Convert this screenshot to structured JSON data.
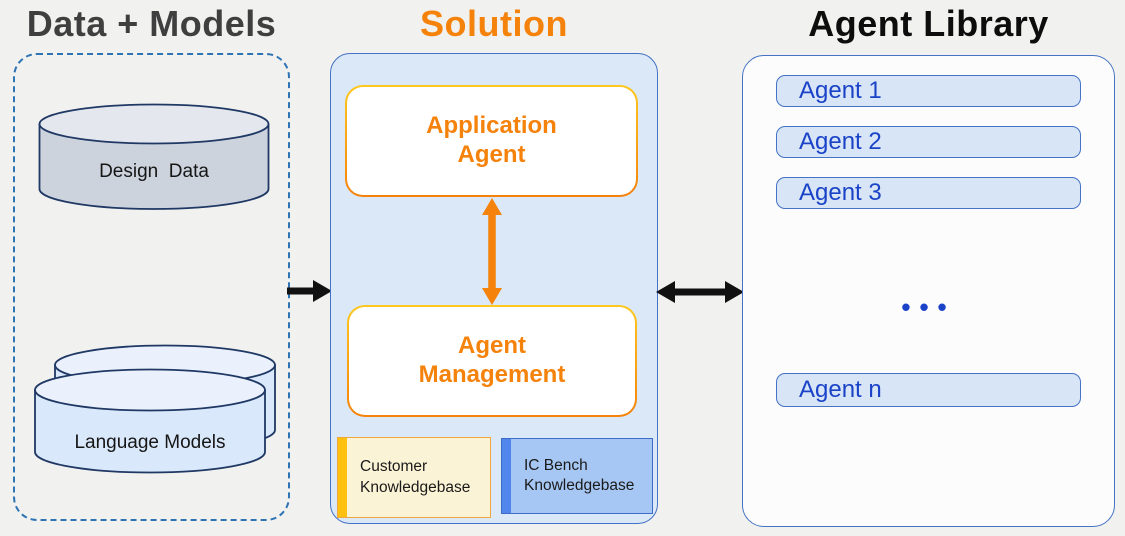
{
  "columns": {
    "data_models": {
      "title": "Data + Models",
      "design_data_label": "Design  Data",
      "language_models_label": "Language Models"
    },
    "solution": {
      "title": "Solution",
      "application_agent_label": "Application\nAgent",
      "agent_management_label": "Agent\nManagement",
      "customer_kb_label": "Customer\nKnowledgebase",
      "ic_bench_kb_label": "IC Bench\nKnowledgebase"
    },
    "agent_library": {
      "title": "Agent Library",
      "items": [
        {
          "label": "Agent 1"
        },
        {
          "label": "Agent 2"
        },
        {
          "label": "Agent 3"
        },
        {
          "label": "Agent n"
        }
      ],
      "ellipsis": "•••"
    }
  },
  "icons": {
    "left_to_solution_arrow": "black-right-arrow",
    "solution_library_arrow": "black-double-horizontal-arrow",
    "agents_link_arrow": "orange-double-vertical-arrow"
  },
  "colors": {
    "background": "#f1f1ef",
    "accent_orange": "#f5820b",
    "border_yellow": "#ffc81e",
    "blue_border": "#4472c4",
    "dashed_border_blue": "#2e74b5",
    "cylinder_stroke_navy": "#1f3864",
    "design_cylinder_body": "#cdd3dd",
    "design_cylinder_top": "#e4e8ee",
    "lm_cylinder_body": "#d9e8fa",
    "lm_cylinder_top": "#eaf1fc",
    "solution_panel_fill": "#dbe8f7",
    "agent_item_fill": "#d8e5f6",
    "agent_text_blue": "#1a43c8",
    "customer_chip_fill": "#fbf3d5",
    "customer_chip_bar": "#ffc010",
    "customer_chip_border": "#eda73c",
    "ic_chip_fill": "#a6c7f3",
    "ic_chip_bar": "#5186ed",
    "ic_chip_border": "#3e6dc8",
    "arrow_black": "#111111",
    "title_gray": "#3f3f3f"
  }
}
